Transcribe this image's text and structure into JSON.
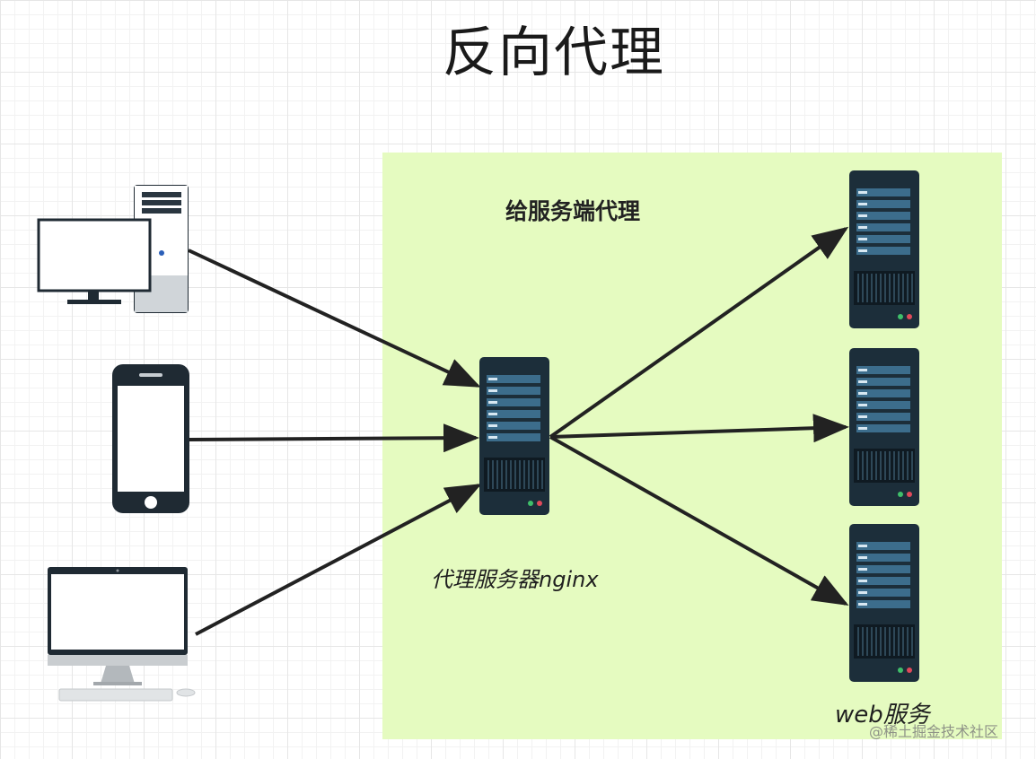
{
  "title": "反向代理",
  "server_zone": {
    "label": "给服务端代理",
    "fill_color": "#e5fbc0"
  },
  "proxy_server": {
    "label": "代理服务器nginx",
    "icon": "server-tower-icon"
  },
  "web_servers": {
    "label": "web服务",
    "count": 3,
    "icon": "server-tower-icon"
  },
  "clients": [
    {
      "name": "desktop-computer",
      "icon": "desktop-pc-icon"
    },
    {
      "name": "smartphone",
      "icon": "smartphone-icon"
    },
    {
      "name": "imac",
      "icon": "imac-icon"
    }
  ],
  "watermark": "@稀土掘金技术社区",
  "colors": {
    "server_body": "#1c2e3a",
    "server_slot": "#3c6d8c",
    "arrow": "#222222",
    "grid": "#e6e6e6"
  }
}
